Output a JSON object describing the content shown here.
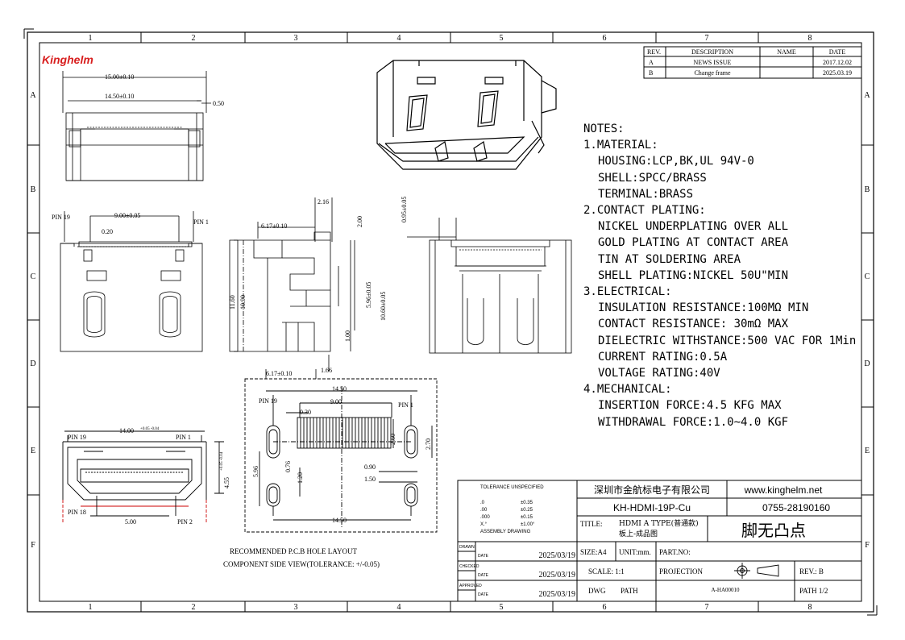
{
  "brand": "Kinghelm",
  "border": {
    "columns": [
      "1",
      "2",
      "3",
      "4",
      "5",
      "6",
      "7",
      "8"
    ],
    "rows": [
      "A",
      "B",
      "C",
      "D",
      "E",
      "F"
    ]
  },
  "revision": {
    "headers": [
      "REV.",
      "DESCRIPTION",
      "NAME",
      "DATE"
    ],
    "rows": [
      {
        "rev": "A",
        "desc": "NEWS ISSUE",
        "name": "",
        "date": "2017.12.02"
      },
      {
        "rev": "B",
        "desc": "Change frame",
        "name": "",
        "date": "2025.03.19"
      }
    ]
  },
  "notes": {
    "heading": "NOTES:",
    "lines": [
      {
        "t": "1.MATERIAL:",
        "ind": false
      },
      {
        "t": "HOUSING:LCP,BK,UL 94V-0",
        "ind": true
      },
      {
        "t": "SHELL:SPCC/BRASS",
        "ind": true
      },
      {
        "t": "TERMINAL:BRASS",
        "ind": true
      },
      {
        "t": "2.CONTACT PLATING:",
        "ind": false
      },
      {
        "t": "NICKEL UNDERPLATING OVER ALL",
        "ind": true
      },
      {
        "t": "GOLD PLATING AT CONTACT AREA",
        "ind": true
      },
      {
        "t": "TIN AT SOLDERING AREA",
        "ind": true
      },
      {
        "t": "SHELL PLATING:NICKEL 50U\"MIN",
        "ind": true
      },
      {
        "t": "3.ELECTRICAL:",
        "ind": false
      },
      {
        "t": "INSULATION RESISTANCE:100MΩ  MIN",
        "ind": true
      },
      {
        "t": "CONTACT RESISTANCE: 30mΩ  MAX",
        "ind": true
      },
      {
        "t": "DIELECTRIC WITHSTANCE:500 VAC FOR 1Min",
        "ind": true
      },
      {
        "t": "CURRENT RATING:0.5A",
        "ind": true
      },
      {
        "t": "VOLTAGE RATING:40V",
        "ind": true
      },
      {
        "t": "4.MECHANICAL:",
        "ind": false
      },
      {
        "t": "INSERTION FORCE:4.5 KFG MAX",
        "ind": true
      },
      {
        "t": "WITHDRAWAL FORCE:1.0~4.0 KGF",
        "ind": true
      }
    ]
  },
  "dims": {
    "top_w1": "15.00±0.10",
    "top_w2": "14.50±0.10",
    "top_t": "0.50",
    "pin19": "PIN 19",
    "pin1": "PIN 1",
    "pin18": "PIN 18",
    "pin2": "PIN 2",
    "pitch_span": "9.00±0.05",
    "pitch": "0.20",
    "side_w": "6.17±0.10",
    "side_w2": "6.17±0.10",
    "side_216": "2.16",
    "side_200": "2.00",
    "side_h1": "11.60",
    "side_h2": "10.90",
    "side_596": "5.96±0.05",
    "side_100": "1.00",
    "side_166": "1.66",
    "side_1060": "10.60±0.05",
    "side_095": "0.95±0.05",
    "front_w": "14.00",
    "front_tol": "+0.05 -0.04",
    "front_455": "4.55",
    "front_tol2": "+0.05 -0.04",
    "front_500": "5.00",
    "pcb_1450": "14.50",
    "pcb_900": "9.00",
    "pcb_030": "0.30",
    "pcb_260": "2.60",
    "pcb_270": "2.70",
    "pcb_076": "0.76",
    "pcb_596": "5.96",
    "pcb_120": "1.20",
    "pcb_090": "0.90",
    "pcb_150": "1.50",
    "pcb_1450b": "14.50"
  },
  "pcb_caption": {
    "line1": "RECOMMENDED P.C.B HOLE LAYOUT",
    "line2": "COMPONENT SIDE VIEW(TOLERANCE: +/-0.05)"
  },
  "title_block": {
    "tol_title": "TOLERANCE UNSPECIFIED",
    "tol_rows": [
      {
        "k": ".0",
        "v": "±0.35"
      },
      {
        "k": ".00",
        "v": "±0.25"
      },
      {
        "k": ".000",
        "v": "±0.15"
      },
      {
        "k": "X.°",
        "v": "±1.00°"
      }
    ],
    "assembly": "ASSEMBLY DRAWING",
    "company": "深圳市金航标电子有限公司",
    "website": "www.kinghelm.net",
    "part": "KH-HDMI-19P-Cu",
    "phone": "0755-28190160",
    "title_label": "TITLE:",
    "title_1": "HDMI A TYPE(普通款)",
    "title_2": "板上-成品图",
    "title_big": "脚无凸点",
    "drawn": "DRAWN",
    "checked": "CHECKED",
    "approved": "APPROVED",
    "date_lbl": "DATE",
    "drawn_date": "2025/03/19",
    "checked_date": "2025/03/19",
    "approved_date": "2025/03/19",
    "size": "SIZE:A4",
    "unit": "UNIT:mm.",
    "partno": "PART.NO:",
    "scale": "SCALE:  1:1",
    "projection": "PROJECTION",
    "rev": "REV.:  B",
    "dwg": "DWG",
    "path": "PATH",
    "dwg_no": "A-HA00010",
    "path_no": "PATH   1/2"
  }
}
